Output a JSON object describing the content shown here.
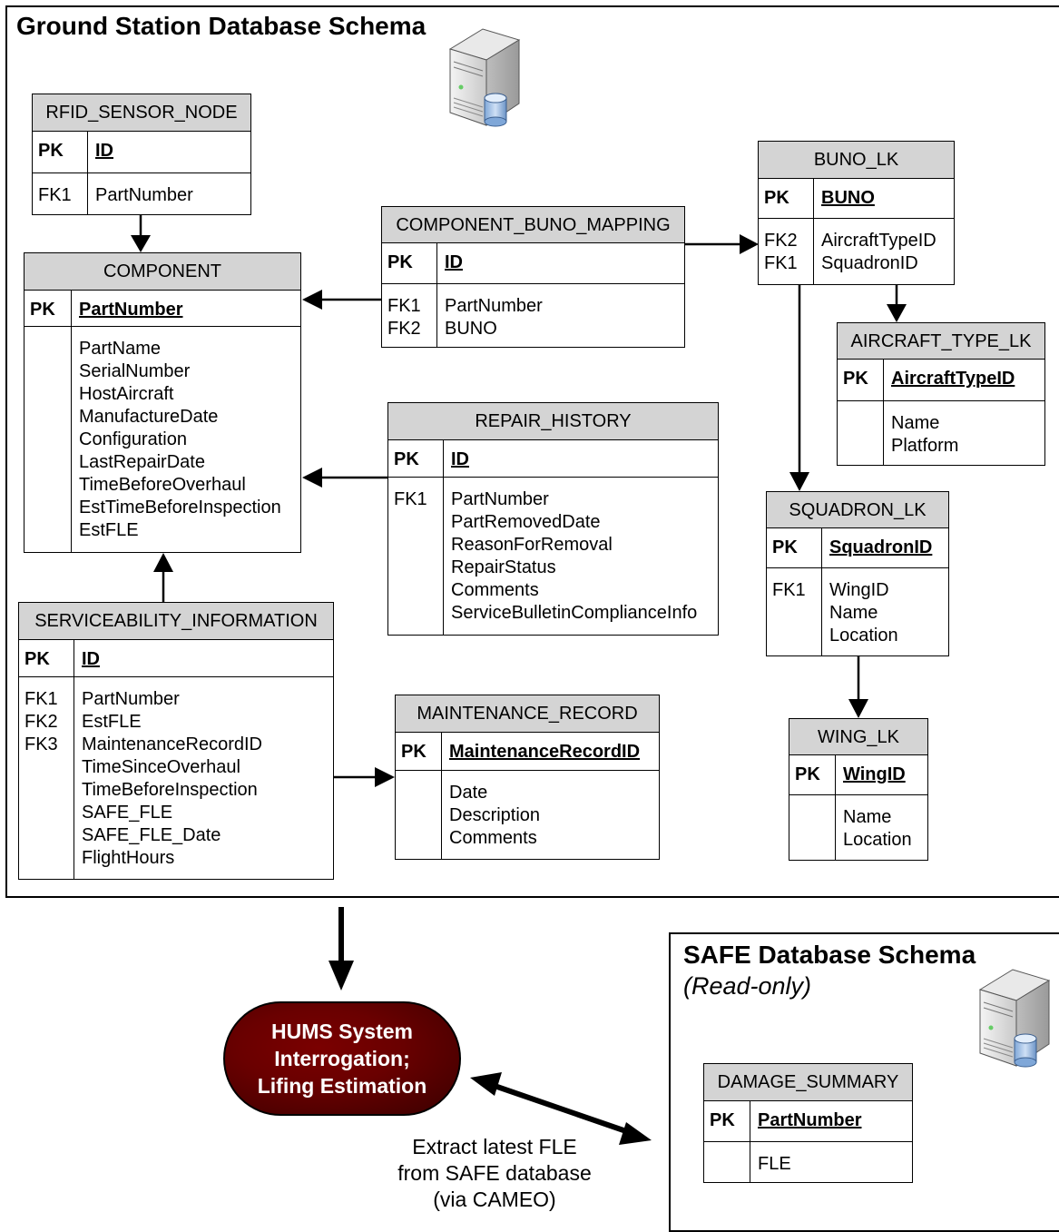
{
  "ground_schema": {
    "title": "Ground Station Database Schema"
  },
  "safe_schema": {
    "title": "SAFE Database Schema",
    "subtitle": "(Read-only)"
  },
  "tables": {
    "rfid_sensor_node": {
      "name": "RFID_SENSOR_NODE",
      "pk": [
        "PK"
      ],
      "pk_fields": [
        "ID"
      ],
      "keys": [
        "FK1"
      ],
      "fields": [
        "PartNumber"
      ]
    },
    "component": {
      "name": "COMPONENT",
      "pk": [
        "PK"
      ],
      "pk_fields": [
        "PartNumber"
      ],
      "keys": [],
      "fields": [
        "PartName",
        "SerialNumber",
        "HostAircraft",
        "ManufactureDate",
        "Configuration",
        "LastRepairDate",
        "TimeBeforeOverhaul",
        "EstTimeBeforeInspection",
        "EstFLE"
      ]
    },
    "component_buno_mapping": {
      "name": "COMPONENT_BUNO_MAPPING",
      "pk": [
        "PK"
      ],
      "pk_fields": [
        "ID"
      ],
      "keys": [
        "FK1",
        "FK2"
      ],
      "fields": [
        "PartNumber",
        "BUNO"
      ]
    },
    "buno_lk": {
      "name": "BUNO_LK",
      "pk": [
        "PK"
      ],
      "pk_fields": [
        "BUNO"
      ],
      "keys": [
        "FK2",
        "FK1"
      ],
      "fields": [
        "AircraftTypeID",
        "SquadronID"
      ]
    },
    "aircraft_type_lk": {
      "name": "AIRCRAFT_TYPE_LK",
      "pk": [
        "PK"
      ],
      "pk_fields": [
        "AircraftTypeID"
      ],
      "keys": [],
      "fields": [
        "Name",
        "Platform"
      ]
    },
    "repair_history": {
      "name": "REPAIR_HISTORY",
      "pk": [
        "PK"
      ],
      "pk_fields": [
        "ID"
      ],
      "keys": [
        "FK1"
      ],
      "fields": [
        "PartNumber",
        "PartRemovedDate",
        "ReasonForRemoval",
        "RepairStatus",
        "Comments",
        "ServiceBulletinComplianceInfo"
      ]
    },
    "squadron_lk": {
      "name": "SQUADRON_LK",
      "pk": [
        "PK"
      ],
      "pk_fields": [
        "SquadronID"
      ],
      "keys": [
        "FK1"
      ],
      "fields": [
        "WingID",
        "Name",
        "Location"
      ]
    },
    "serviceability_information": {
      "name": "SERVICEABILITY_INFORMATION",
      "pk": [
        "PK"
      ],
      "pk_fields": [
        "ID"
      ],
      "keys": [
        "FK1",
        "FK2",
        "FK3"
      ],
      "fields": [
        "PartNumber",
        "EstFLE",
        "MaintenanceRecordID",
        "TimeSinceOverhaul",
        "TimeBeforeInspection",
        "SAFE_FLE",
        "SAFE_FLE_Date",
        "FlightHours"
      ]
    },
    "maintenance_record": {
      "name": "MAINTENANCE_RECORD",
      "pk": [
        "PK"
      ],
      "pk_fields": [
        "MaintenanceRecordID"
      ],
      "keys": [],
      "fields": [
        "Date",
        "Description",
        "Comments"
      ]
    },
    "wing_lk": {
      "name": "WING_LK",
      "pk": [
        "PK"
      ],
      "pk_fields": [
        "WingID"
      ],
      "keys": [],
      "fields": [
        "Name",
        "Location"
      ]
    },
    "damage_summary": {
      "name": "DAMAGE_SUMMARY",
      "pk": [
        "PK"
      ],
      "pk_fields": [
        "PartNumber"
      ],
      "keys": [],
      "fields": [
        "FLE"
      ]
    }
  },
  "process": {
    "lines": [
      "HUMS System",
      "Interrogation;",
      "Lifing Estimation"
    ]
  },
  "extract_note": {
    "lines": [
      "Extract latest FLE",
      "from SAFE database",
      "(via CAMEO)"
    ]
  },
  "icons": [
    "server-database-icon"
  ],
  "colors": {
    "table_header": "#d4d4d4",
    "process_fill": "#6a0000"
  }
}
